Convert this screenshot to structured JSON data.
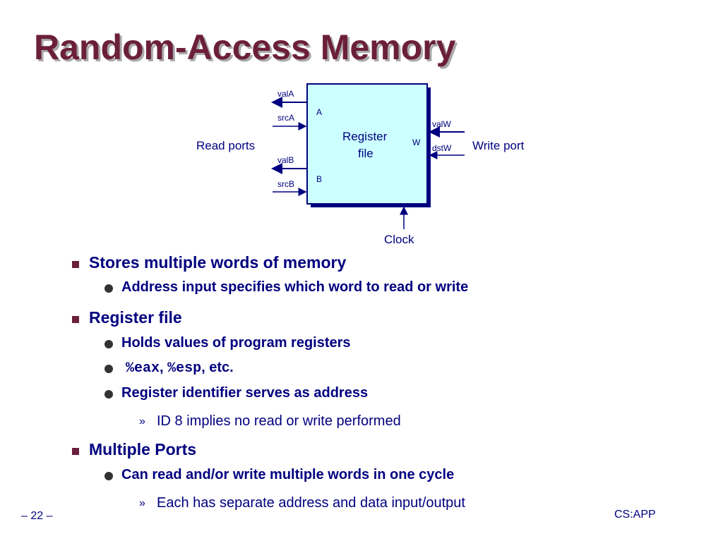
{
  "slide": {
    "title": "Random-Access Memory",
    "page_number": "– 22 –",
    "footer_right": "CS:APP"
  },
  "diagram": {
    "box_label_line1": "Register",
    "box_label_line2": "file",
    "port_a": "A",
    "port_b": "B",
    "port_w": "W",
    "valA": "valA",
    "srcA": "srcA",
    "valB": "valB",
    "srcB": "srcB",
    "valW": "valW",
    "dstW": "dstW",
    "read_ports": "Read ports",
    "write_port": "Write port",
    "clock": "Clock"
  },
  "bullets": {
    "b1": "Stores multiple words of memory",
    "b1_1": "Address input specifies which word to read or write",
    "b2": "Register file",
    "b2_1": "Holds values of program registers",
    "b2_2_code1": "%eax",
    "b2_2_sep": ",",
    "b2_2_code2": "%esp",
    "b2_2_rest": ", etc.",
    "b2_3": "Register identifier serves as address",
    "b2_3_1": "ID 8 implies no read or write performed",
    "b3": "Multiple Ports",
    "b3_1": "Can read and/or write multiple words in one cycle",
    "b3_1_1": "Each has separate address and data input/output"
  }
}
